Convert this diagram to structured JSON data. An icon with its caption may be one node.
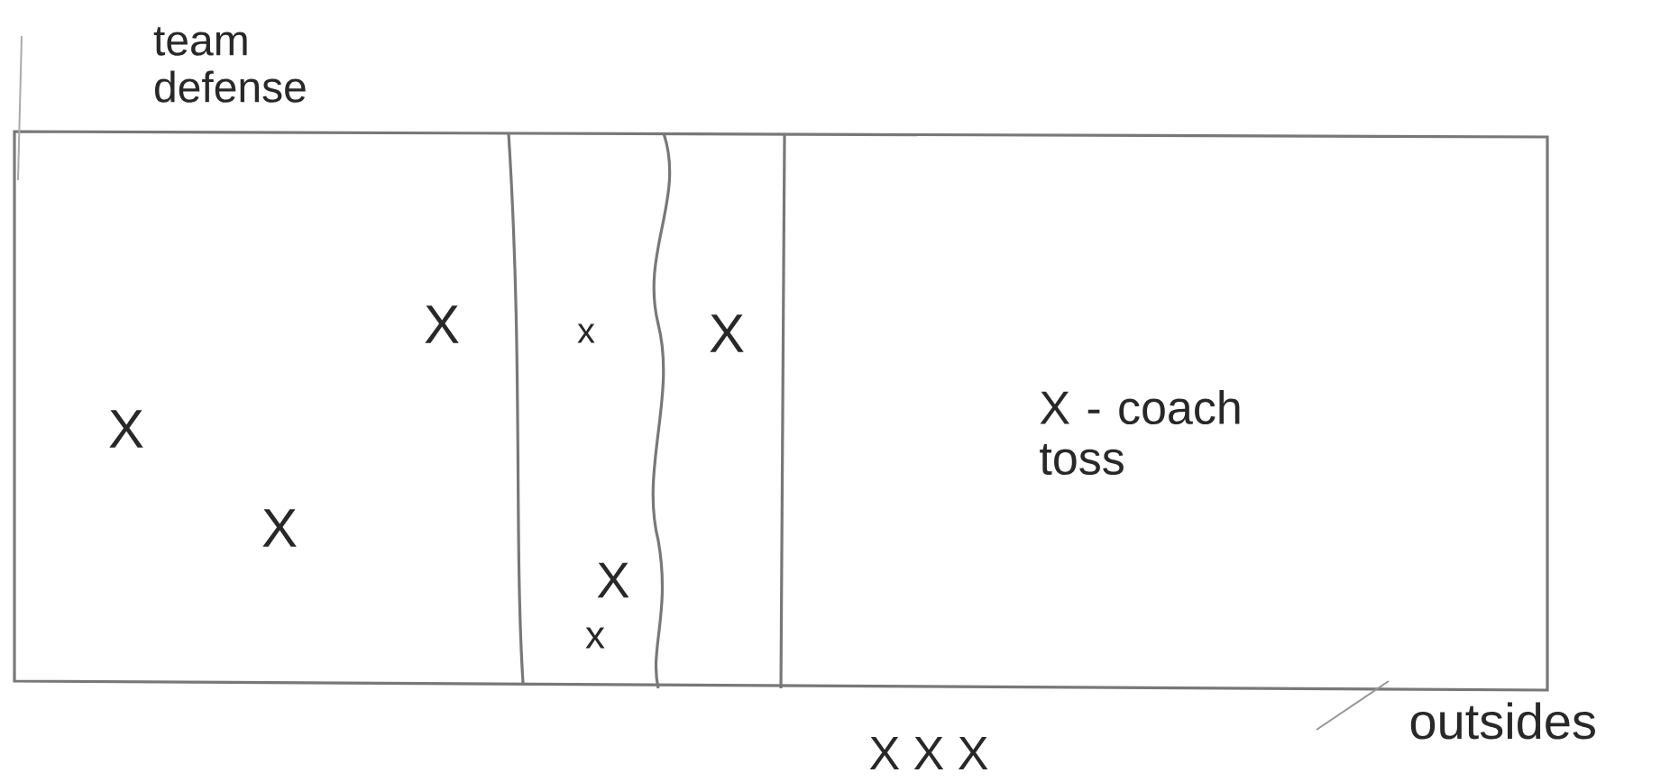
{
  "diagram": {
    "labels": [
      "team defense",
      "X",
      "x",
      "X",
      "X",
      "X - coach toss",
      "X",
      "X",
      "x",
      "outsides",
      "X X X"
    ]
  }
}
